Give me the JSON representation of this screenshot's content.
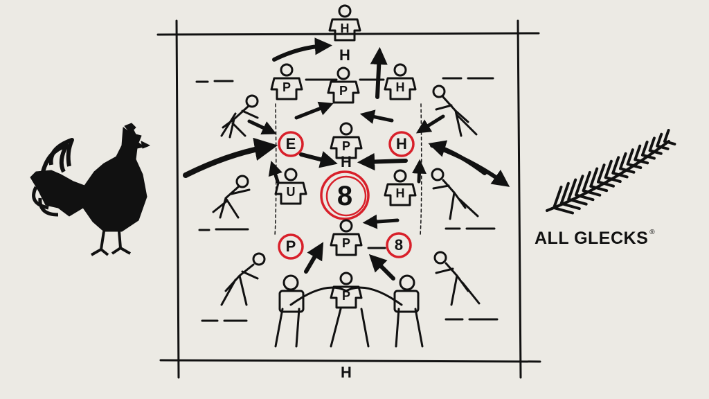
{
  "colors": {
    "ink": "#111111",
    "marker_red": "#d8202a",
    "board": "#eceae4"
  },
  "brand": {
    "name": "ALL GLECKS",
    "mark": "®",
    "logo_icon": "silver-fern-icon"
  },
  "left_logo_icon": "rooster-icon",
  "players": [
    {
      "label": "H",
      "circled": false
    },
    {
      "label": "H",
      "circled": false
    },
    {
      "label": "P",
      "circled": false
    },
    {
      "label": "P",
      "circled": false
    },
    {
      "label": "H",
      "circled": false
    },
    {
      "label": "E",
      "circled": true
    },
    {
      "label": "P",
      "circled": false
    },
    {
      "label": "H",
      "circled": true
    },
    {
      "label": "H",
      "circled": false
    },
    {
      "label": "8",
      "circled": true
    },
    {
      "label": "U",
      "circled": false
    },
    {
      "label": "H",
      "circled": false
    },
    {
      "label": "P",
      "circled": true
    },
    {
      "label": "P",
      "circled": false
    },
    {
      "label": "8",
      "circled": true
    },
    {
      "label": "P",
      "circled": false
    },
    {
      "label": "H",
      "circled": false
    }
  ]
}
